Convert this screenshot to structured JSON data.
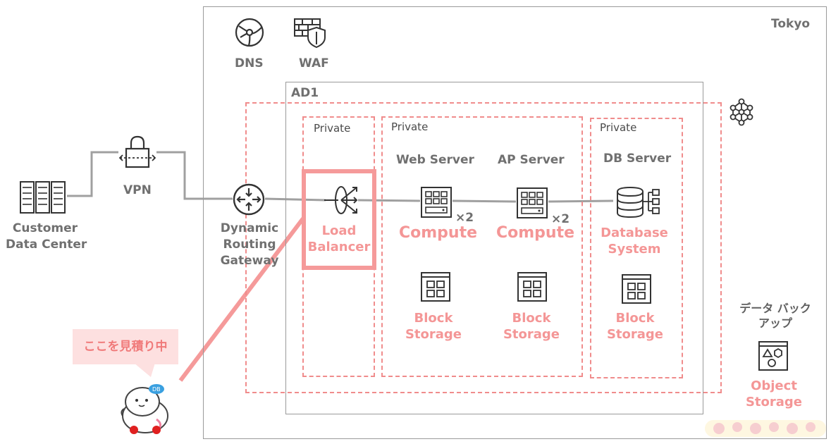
{
  "regions": {
    "tokyo": "Tokyo",
    "ad1": "AD1",
    "private_lb": "Private",
    "private_app": "Private",
    "private_db": "Private"
  },
  "services": {
    "dns": "DNS",
    "waf": "WAF",
    "vpn": "VPN",
    "customer_dc": [
      "Customer",
      "Data Center"
    ],
    "drg": [
      "Dynamic",
      "Routing",
      "Gateway"
    ]
  },
  "tiers": {
    "web_server": "Web Server",
    "ap_server": "AP Server",
    "db_server": "DB Server"
  },
  "components": {
    "load_balancer": [
      "Load",
      "Balancer"
    ],
    "compute_web": "Compute",
    "compute_ap": "Compute",
    "multiplier_web": "×2",
    "multiplier_ap": "×2",
    "database_system": [
      "Database",
      "System"
    ],
    "block_storage_web": [
      "Block",
      "Storage"
    ],
    "block_storage_ap": [
      "Block",
      "Storage"
    ],
    "block_storage_db": [
      "Block",
      "Storage"
    ],
    "data_backup": [
      "データ バック",
      "アップ"
    ],
    "object_storage": [
      "Object",
      "Storage"
    ]
  },
  "callout": {
    "text": "ここを見積り中",
    "mascot_badge": "DB"
  },
  "colors": {
    "accent_pink": "#f49696",
    "line_gray": "#a0a0a0",
    "label_gray": "#707070"
  }
}
